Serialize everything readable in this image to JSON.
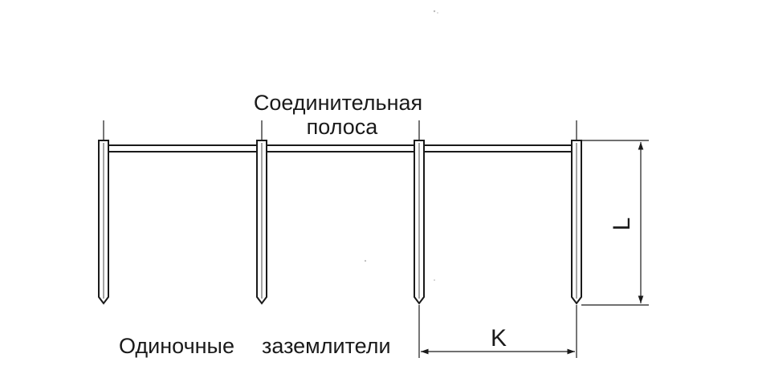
{
  "labels": {
    "strip_line1": "Соединительная",
    "strip_line2": "полоса",
    "electrodes_word1": "Одиночные",
    "electrodes_word2": "заземлители",
    "dim_length": "L",
    "dim_spacing": "K"
  },
  "colors": {
    "ink": "#1a1a1a",
    "background": "#ffffff"
  }
}
